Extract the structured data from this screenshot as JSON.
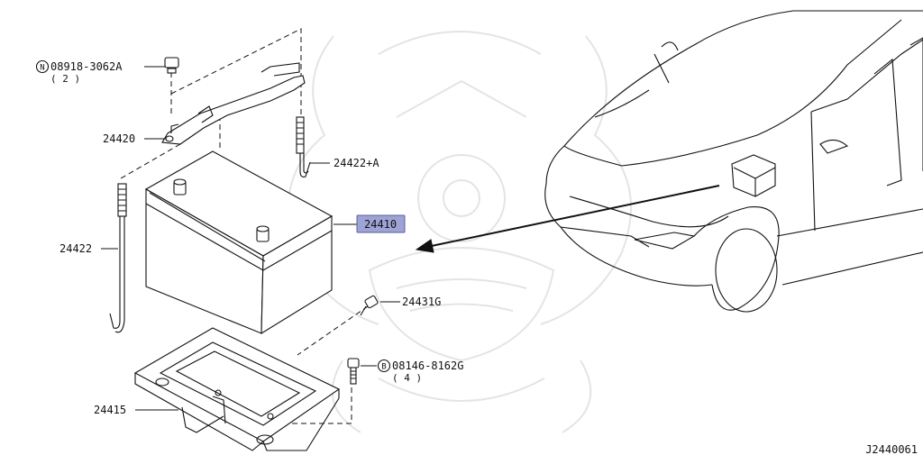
{
  "diagram": {
    "labels": {
      "nut": {
        "prefix": "N",
        "part": "08918-3062A",
        "qty": "( 2 )"
      },
      "bolt": {
        "prefix": "B",
        "part": "08146-8162G",
        "qty": "( 4 )"
      },
      "holder": "24420",
      "rod_a": "24422+A",
      "rod": "24422",
      "battery": "24410",
      "screw": "24431G",
      "tray": "24415"
    },
    "diagram_id": "J2440061",
    "colors": {
      "highlight": "#9ea3d6",
      "ink": "#111111",
      "watermark": "#e4e4e4"
    }
  }
}
